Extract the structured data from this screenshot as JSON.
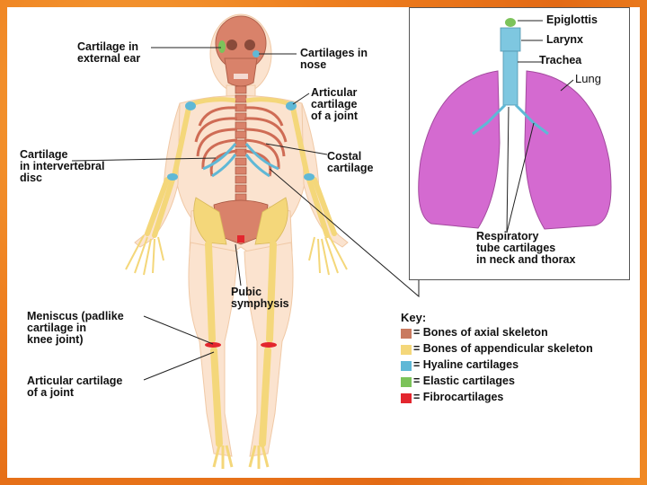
{
  "labels": {
    "ear": "Cartilage in\nexternal ear",
    "nose": "Cartilages in\nnose",
    "articular_upper": "Articular\ncartilage\nof a joint",
    "intervertebral": "Cartilage\nin intervertebral\ndisc",
    "costal": "Costal\ncartilage",
    "pubic": "Pubic\nsymphysis",
    "meniscus": "Meniscus (padlike\ncartilage in\nknee joint)",
    "articular_lower": "Articular cartilage\nof a joint"
  },
  "inset": {
    "epiglottis": "Epiglottis",
    "larynx": "Larynx",
    "trachea": "Trachea",
    "lung": "Lung",
    "respiratory": "Respiratory\ntube cartilages\nin neck and thorax"
  },
  "key": {
    "title": "Key:",
    "items": [
      {
        "label": "= Bones of axial skeleton",
        "color": "#c97a5f"
      },
      {
        "label": "= Bones of appendicular skeleton",
        "color": "#f4d77a"
      },
      {
        "label": "= Hyaline cartilages",
        "color": "#5fb8d6"
      },
      {
        "label": "= Elastic cartilages",
        "color": "#7cc35a"
      },
      {
        "label": "= Fibrocartilages",
        "color": "#e3262e"
      }
    ]
  }
}
